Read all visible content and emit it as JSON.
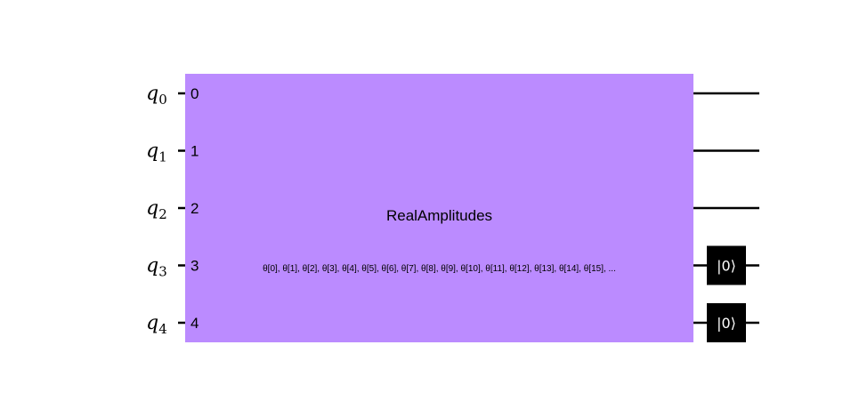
{
  "circuit": {
    "qubits": [
      {
        "name": "q",
        "index": "0",
        "port": "0",
        "reset": false
      },
      {
        "name": "q",
        "index": "1",
        "port": "1",
        "reset": false
      },
      {
        "name": "q",
        "index": "2",
        "port": "2",
        "reset": false
      },
      {
        "name": "q",
        "index": "3",
        "port": "3",
        "reset": true
      },
      {
        "name": "q",
        "index": "4",
        "port": "4",
        "reset": true
      }
    ],
    "gate": {
      "name": "RealAmplitudes",
      "params": "θ[0], θ[1], θ[2], θ[3], θ[4], θ[5], θ[6], θ[7], θ[8], θ[9], θ[10], θ[11], θ[12], θ[13], θ[14], θ[15], ..."
    },
    "reset_label": "|0⟩",
    "colors": {
      "gate_fill": "#bb8bff",
      "wire": "#000000",
      "reset_fill": "#000000",
      "reset_text": "#ffffff"
    }
  }
}
